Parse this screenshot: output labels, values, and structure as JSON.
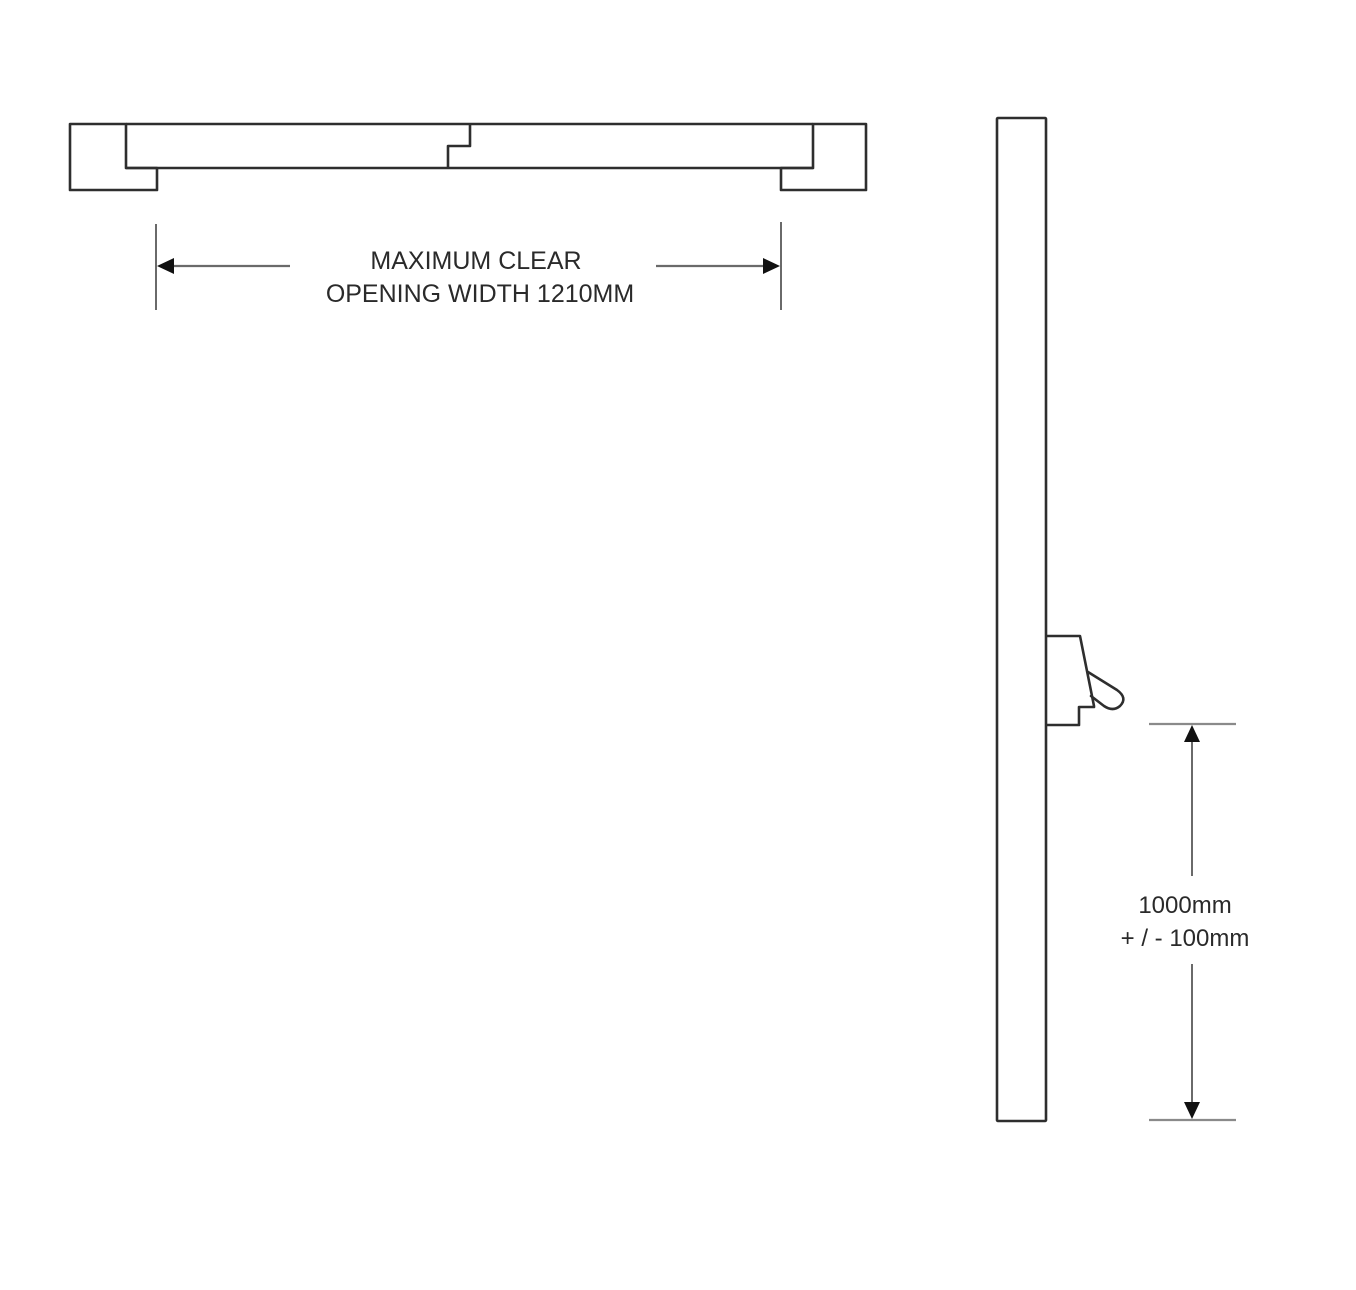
{
  "diagram": {
    "type": "technical-drawing",
    "colors": {
      "line": "#2e2e2e",
      "dimension_line": "#6a6a6a",
      "text": "#2a2a2a",
      "background": "#ffffff"
    },
    "plan_view": {
      "name": "door-frame-plan-view",
      "dimension": {
        "label_line1": "MAXIMUM CLEAR",
        "label_line2": "OPENING WIDTH 1210MM",
        "value": "1210",
        "unit": "MM"
      }
    },
    "elevation_view": {
      "name": "door-side-elevation",
      "handle": "lever-handle",
      "dimension": {
        "label_line1": "1000mm",
        "label_line2": "+ / - 100mm",
        "value": "1000",
        "tolerance": "100",
        "unit": "mm"
      }
    }
  }
}
